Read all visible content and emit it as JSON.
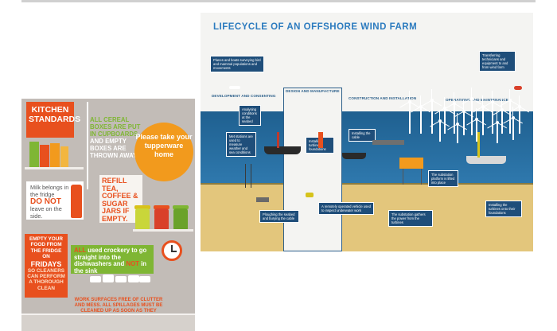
{
  "kitchen": {
    "title_line1": "KITCHEN",
    "title_line2": "STANDARDS",
    "cereal_all": "ALL CEREAL BOXES ARE PUT IN CUPBOARDS",
    "cereal_and": "AND",
    "cereal_empty": "EMPTY BOXES ARE THROWN AWAY",
    "tupperware": "Please take your tupperware home",
    "milk_line1": "Milk belongs in the fridge",
    "milk_donot": "DO NOT",
    "milk_line2": "leave on the side.",
    "refill": "REFILL",
    "refill_rest": "TEA, COFFEE & SUGAR JARS IF EMPTY.",
    "fridge_1": "EMPTY YOUR FOOD FROM THE FRIDGE ON",
    "fridge_day": "FRIDAYS",
    "fridge_2": "SO CLEANERS CAN PERFORM A THOROUGH CLEAN",
    "dish_all": "ALL",
    "dish_1": "used crockery to go straight into the dishwashers and",
    "dish_not": "NOT",
    "dish_2": "in the sink",
    "work": "WORK SURFACES FREE OF CLUTTER AND MESS. ALL SPILLAGES MUST BE CLEANED UP AS SOON AS THEY HAPPEN.",
    "colors": {
      "orange": "#e8501e",
      "green": "#7fb634",
      "amber": "#f29a1d",
      "wall": "#c2bcb7"
    }
  },
  "wind": {
    "title": "LIFECYCLE OF AN OFFSHORE WIND FARM",
    "stages": {
      "dev": "DEVELOPMENT AND CONSENTING",
      "design": "DESIGN AND MANUFACTURE",
      "construction": "CONSTRUCTION AND INSTALLATION",
      "ops": "OPERATIONS AND MAINTENANCE"
    },
    "labels": {
      "planes": "Planes and boats surveying bird and mammal populations and movements",
      "analysing": "Analysing conditions at the seabed",
      "met": "Met stations are used to measure weather and sea conditions",
      "foundations": "Installing turbine foundations",
      "cable": "Installing the cable",
      "ploughing": "Ploughing the seabed and burying the cable",
      "rov": "A remotely operated vehicle used to inspect underwater work",
      "substation_gather": "The substation gathers the power from the turbines",
      "substation_lift": "The substation platform is lifted into place",
      "turbines": "Installing the turbines onto their foundations",
      "technicians": "Transferring technicians and equipment to and from wind farm"
    },
    "colors": {
      "title": "#2c7bbf",
      "sea": "#1f6090",
      "sand": "#e3c67c",
      "label_bg": "#1f4e7a"
    }
  }
}
